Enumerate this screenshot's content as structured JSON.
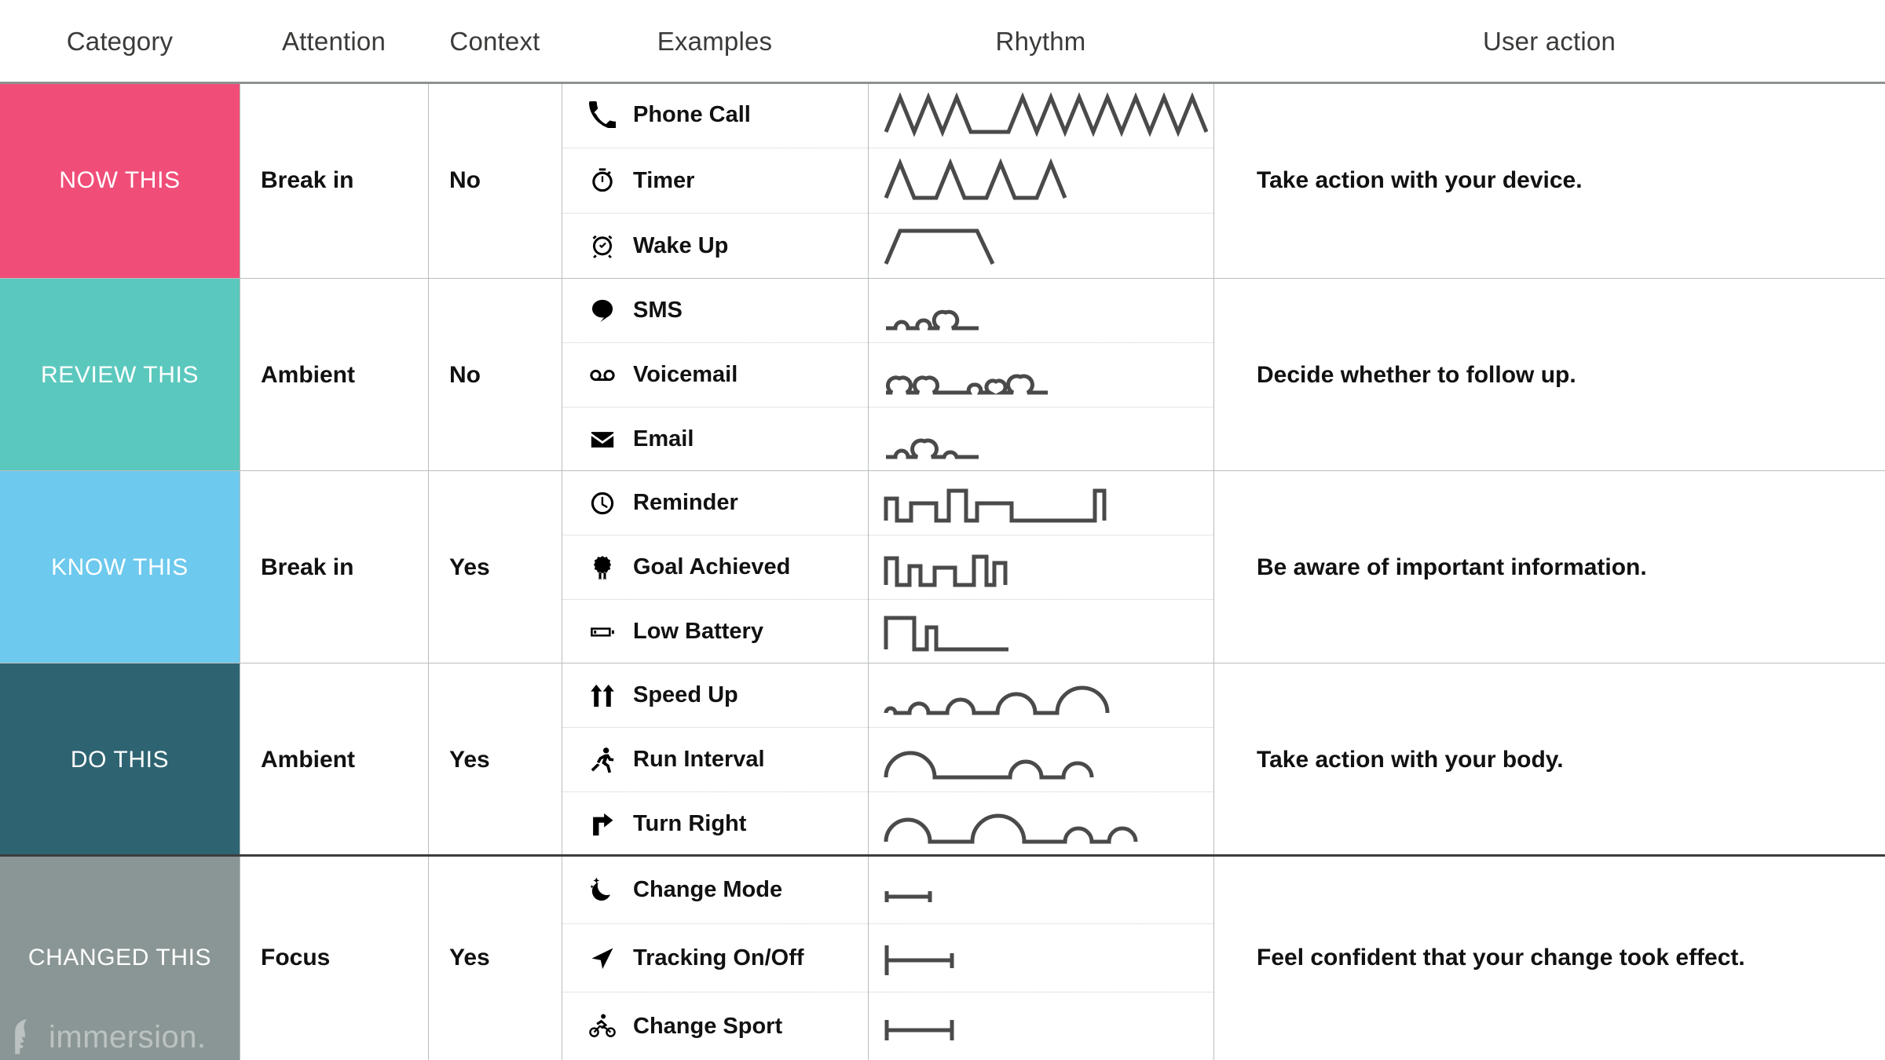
{
  "table": {
    "headers": [
      "Category",
      "Attention",
      "Context",
      "Examples",
      "Rhythm",
      "User action"
    ],
    "colors": {
      "now_this": "#F04E79",
      "review_this": "#5BC8BE",
      "know_this": "#6DC9ED",
      "do_this": "#2E6472",
      "changed_this": "#8A9695",
      "stroke": "#4A4A4A",
      "grid_line": "#B9BDBD"
    },
    "rows": [
      {
        "category": "NOW THIS",
        "color": "#F04E79",
        "attention": "Break in",
        "context": "No",
        "user_action": "Take action with your device.",
        "examples": [
          {
            "label": "Phone Call",
            "icon": "phone-icon"
          },
          {
            "label": "Timer",
            "icon": "stopwatch-icon"
          },
          {
            "label": "Wake Up",
            "icon": "alarm-clock-icon"
          }
        ]
      },
      {
        "category": "REVIEW THIS",
        "color": "#5BC8BE",
        "attention": "Ambient",
        "context": "No",
        "user_action": "Decide whether to follow up.",
        "examples": [
          {
            "label": "SMS",
            "icon": "chat-bubble-icon"
          },
          {
            "label": "Voicemail",
            "icon": "voicemail-icon"
          },
          {
            "label": "Email",
            "icon": "envelope-icon"
          }
        ]
      },
      {
        "category": "KNOW THIS",
        "color": "#6DC9ED",
        "attention": "Break in",
        "context": "Yes",
        "user_action": "Be aware of important information.",
        "examples": [
          {
            "label": "Reminder",
            "icon": "clock-icon"
          },
          {
            "label": "Goal Achieved",
            "icon": "award-ribbon-icon"
          },
          {
            "label": "Low Battery",
            "icon": "battery-low-icon"
          }
        ]
      },
      {
        "category": "DO THIS",
        "color": "#2E6472",
        "attention": "Ambient",
        "context": "Yes",
        "user_action": "Take action with your body.",
        "examples": [
          {
            "label": "Speed Up",
            "icon": "double-up-arrow-icon"
          },
          {
            "label": "Run Interval",
            "icon": "running-person-icon"
          },
          {
            "label": "Turn Right",
            "icon": "turn-right-arrow-icon"
          }
        ]
      },
      {
        "category": "CHANGED THIS",
        "color": "#8A9695",
        "attention": "Focus",
        "context": "Yes",
        "user_action": "Feel confident that your change took effect.",
        "examples": [
          {
            "label": "Change Mode",
            "icon": "moon-stars-icon"
          },
          {
            "label": "Tracking On/Off",
            "icon": "navigation-arrow-icon"
          },
          {
            "label": "Change Sport",
            "icon": "cyclist-icon"
          }
        ]
      }
    ]
  },
  "watermark": {
    "text": "immersion."
  }
}
